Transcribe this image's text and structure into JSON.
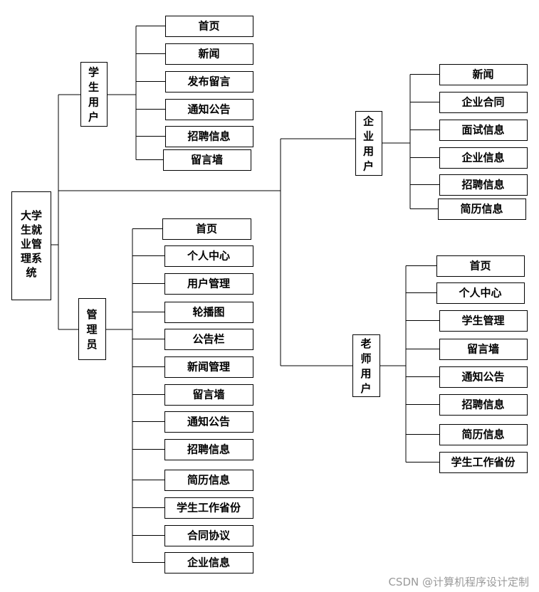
{
  "root": {
    "label": "大学生就业管理系统",
    "lines": [
      "大学",
      "生就",
      "业管",
      "理系",
      "统"
    ]
  },
  "groups": {
    "student": {
      "label": "学生用户",
      "items": [
        "首页",
        "新闻",
        "发布留言",
        "通知公告",
        "招聘信息",
        "留言墙"
      ]
    },
    "admin": {
      "label": "管理员",
      "items": [
        "首页",
        "个人中心",
        "用户管理",
        "轮播图",
        "公告栏",
        "新闻管理",
        "留言墙",
        "通知公告",
        "招聘信息",
        "简历信息",
        "学生工作省份",
        "合同协议",
        "企业信息"
      ]
    },
    "enterprise": {
      "label": "企业用户",
      "items": [
        "新闻",
        "企业合同",
        "面试信息",
        "企业信息",
        "招聘信息",
        "简历信息"
      ]
    },
    "teacher": {
      "label": "老师用户",
      "items": [
        "首页",
        "个人中心",
        "学生管理",
        "留言墙",
        "通知公告",
        "招聘信息",
        "简历信息",
        "学生工作省份"
      ]
    }
  },
  "watermark": "CSDN @计算机程序设计定制"
}
